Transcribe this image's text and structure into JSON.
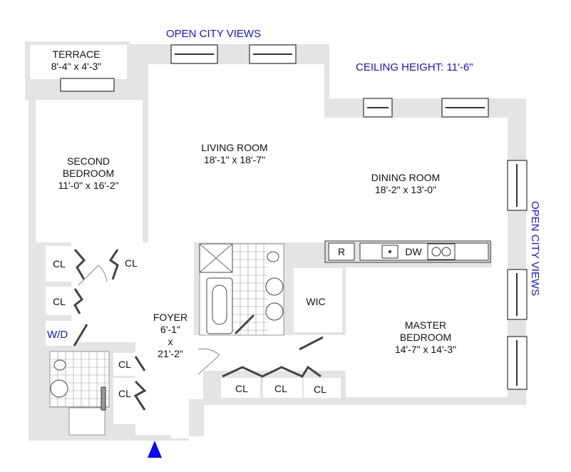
{
  "annotations": {
    "views_top": "OPEN CITY VIEWS",
    "views_right": "OPEN CITY VIEWS",
    "ceiling_height": "CEILING HEIGHT: 11'-6\""
  },
  "rooms": {
    "terrace": {
      "name": "TERRACE",
      "size": "8'-4\" x 4'-3\""
    },
    "second_bedroom": {
      "name1": "SECOND",
      "name2": "BEDROOM",
      "size": "11'-0\" x 16'-2\""
    },
    "living_room": {
      "name": "LIVING ROOM",
      "size": "18'-1\" x 18'-7\""
    },
    "dining_room": {
      "name": "DINING ROOM",
      "size": "18'-2\" x 13'-0\""
    },
    "master_bedroom": {
      "name1": "MASTER",
      "name2": "BEDROOM",
      "size": "14'-7\" x 14'-3\""
    },
    "foyer": {
      "name": "FOYER",
      "size1": "6'-1\"",
      "x": "x",
      "size2": "21'-2\""
    },
    "wic": "WIC",
    "wd": "W/D",
    "closet": "CL"
  },
  "kitchen": {
    "fridge": "R",
    "dishwasher": "DW"
  },
  "colors": {
    "annotation": "#1515d6",
    "walls": "#e4e4e4"
  }
}
